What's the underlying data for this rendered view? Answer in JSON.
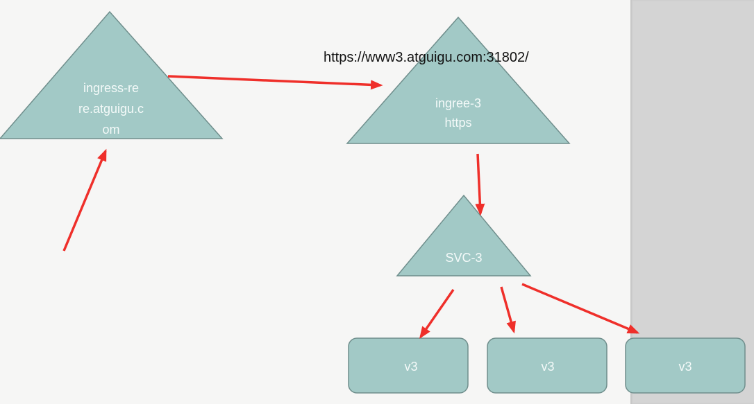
{
  "url": "https://www3.atguigu.com:31802/",
  "nodes": {
    "ingress_rere": {
      "lines": [
        "ingress-re",
        "re.atguigu.c",
        "om"
      ]
    },
    "ingree3": {
      "lines": [
        "ingree-3",
        "https"
      ]
    },
    "svc3": {
      "lines": [
        "SVC-3"
      ]
    },
    "pods": [
      "v3",
      "v3",
      "v3"
    ]
  },
  "colors": {
    "shape_fill": "#a2c9c6",
    "shape_stroke": "#6f8e8c",
    "arrow": "#ef2f2a",
    "panel": "#d4d4d4"
  }
}
